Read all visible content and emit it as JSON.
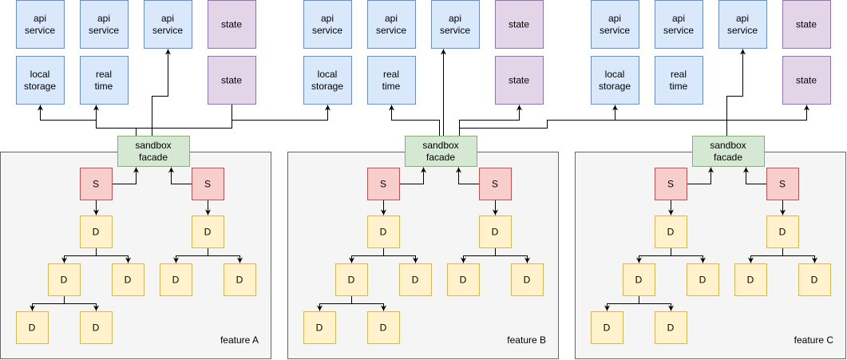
{
  "colors": {
    "api_fill": "#dae8fc",
    "api_stroke": "#6c8ebf",
    "state_fill": "#e1d5e7",
    "state_stroke": "#9673a6",
    "facade_fill": "#d5e8d4",
    "facade_stroke": "#82b366",
    "s_fill": "#f8cecc",
    "s_stroke": "#b85450",
    "d_fill": "#fff2cc",
    "d_stroke": "#d6b656",
    "container_fill": "#f5f5f5",
    "container_stroke": "#666666",
    "edge": "#000000"
  },
  "features": [
    {
      "label": "feature A",
      "facade": "sandbox facade",
      "services": [
        {
          "row1": "api service",
          "row2": "local storage"
        },
        {
          "row1": "api service",
          "row2": "real time"
        },
        {
          "row1": "api service",
          "row2": ""
        },
        {
          "row1": "state",
          "row2": "state"
        }
      ]
    },
    {
      "label": "feature B",
      "facade": "sandbox facade",
      "services": [
        {
          "row1": "api service",
          "row2": "local storage"
        },
        {
          "row1": "api service",
          "row2": "real time"
        },
        {
          "row1": "api service",
          "row2": ""
        },
        {
          "row1": "state",
          "row2": "state"
        }
      ]
    },
    {
      "label": "feature C",
      "facade": "sandbox facade",
      "services": [
        {
          "row1": "api service",
          "row2": "local storage"
        },
        {
          "row1": "api service",
          "row2": "real time"
        },
        {
          "row1": "api service",
          "row2": ""
        },
        {
          "row1": "state",
          "row2": "state"
        }
      ]
    }
  ],
  "sandbox_label": "S",
  "module_label": "D"
}
